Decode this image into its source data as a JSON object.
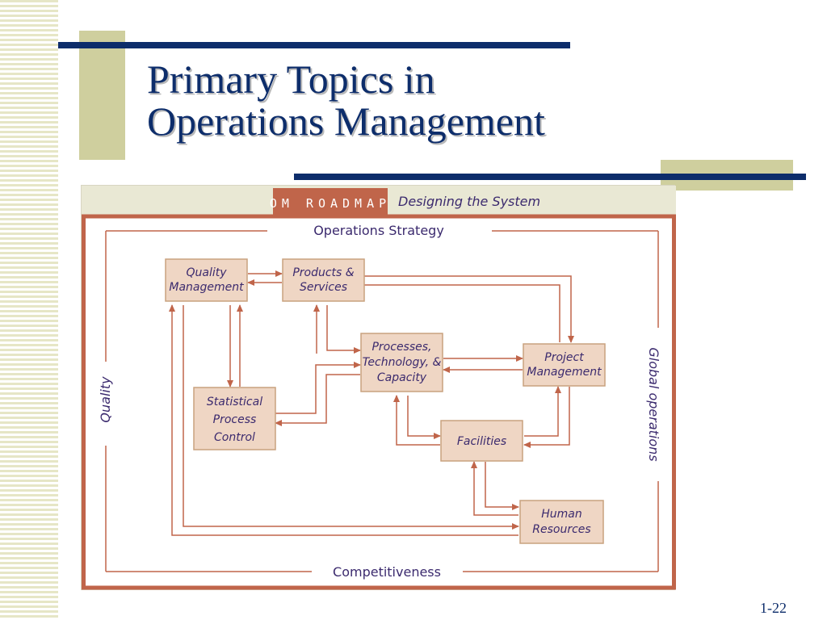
{
  "slide": {
    "title_lines": [
      "Primary Topics in",
      "Operations Management"
    ],
    "page_number": "1-22"
  },
  "roadmap": {
    "tag": "OM ROADMAP",
    "heading": "Designing the System",
    "frame_labels": {
      "top": "Operations Strategy",
      "left": "Quality",
      "right": "Global operations",
      "bottom": "Competitiveness"
    },
    "boxes": {
      "quality_management": [
        "Quality",
        "Management"
      ],
      "products_services": [
        "Products &",
        "Services"
      ],
      "processes_tech_capacity": [
        "Processes,",
        "Technology, &",
        "Capacity"
      ],
      "project_management": [
        "Project",
        "Management"
      ],
      "statistical_process_control": [
        "Statistical",
        "Process",
        "Control"
      ],
      "facilities": [
        "Facilities"
      ],
      "human_resources": [
        "Human",
        "Resources"
      ]
    }
  },
  "colors": {
    "title": "#0d2d6b",
    "accent_bar": "#0d2d6b",
    "accent_block": "#cfcf9e",
    "frame": "#c0654a",
    "box_fill": "#efd6c4",
    "label_text": "#3b2a6e"
  }
}
